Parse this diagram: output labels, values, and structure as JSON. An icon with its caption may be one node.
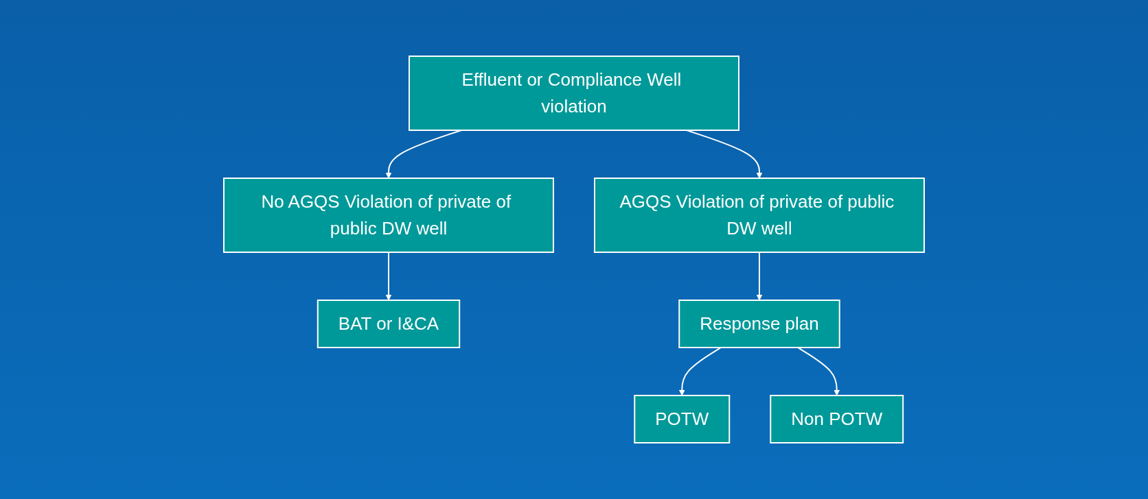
{
  "diagram": {
    "nodes": [
      {
        "text": [
          "Effluent or Compliance Well violation"
        ]
      },
      {
        "text": [
          "No AGQS Violation of private of public DW well"
        ]
      },
      {
        "text": [
          "AGQS Violation of private of public DW well"
        ]
      },
      {
        "text": [
          "BAT or I&CA"
        ]
      },
      {
        "text": [
          "Response plan"
        ]
      },
      {
        "text": [
          "POTW"
        ]
      },
      {
        "text": [
          "Non POTW"
        ]
      }
    ],
    "edges": [
      {
        "from": 0,
        "to": 1,
        "arrow": "to"
      },
      {
        "from": 0,
        "to": 2,
        "arrow": "to"
      },
      {
        "from": 1,
        "to": 3,
        "arrow": "to"
      },
      {
        "from": 2,
        "to": 4,
        "arrow": "to"
      },
      {
        "from": 4,
        "to": 5,
        "arrow": "to"
      },
      {
        "from": 4,
        "to": 6,
        "arrow": "to"
      }
    ]
  }
}
